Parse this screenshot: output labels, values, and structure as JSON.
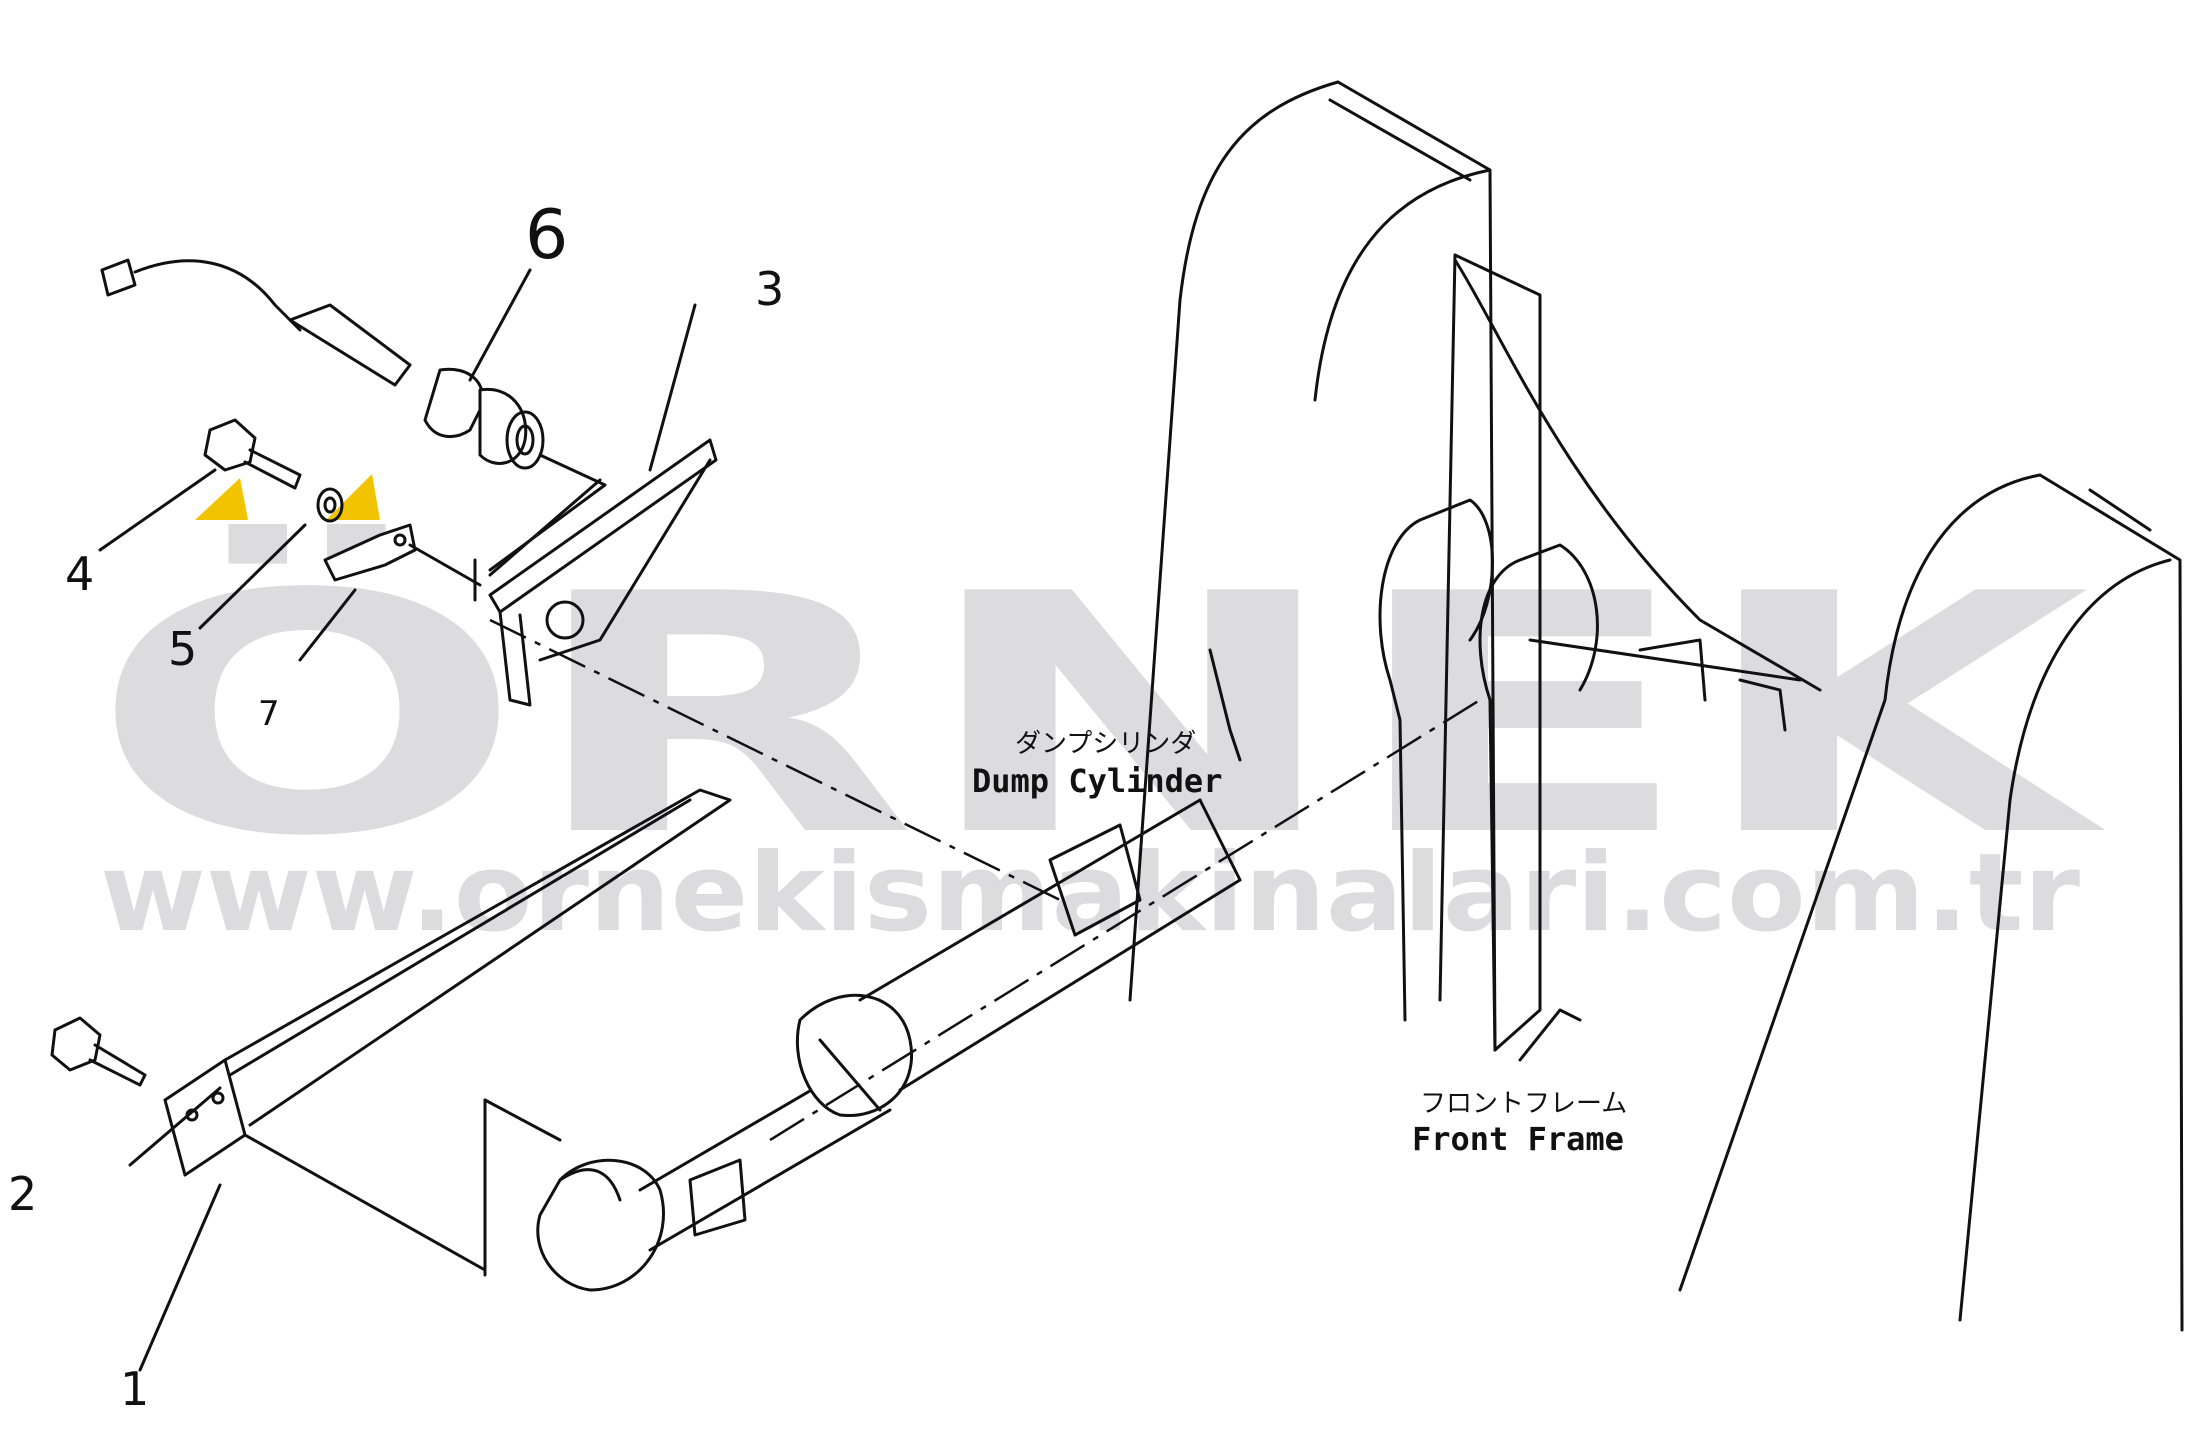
{
  "watermark": {
    "brand": "ÖRNEK",
    "url": "www.ornekismakinalari.com.tr"
  },
  "labels": {
    "dump_cylinder_jp": "ダンプシリンダ",
    "dump_cylinder_en": "Dump Cylinder",
    "front_frame_jp": "フロントフレーム",
    "front_frame_en": "Front Frame"
  },
  "callouts": [
    "1",
    "2",
    "3",
    "4",
    "5",
    "6",
    "7"
  ],
  "colors": {
    "line": "#111111",
    "watermark": "#dcdcde",
    "logo_accent": "#f2c300"
  }
}
